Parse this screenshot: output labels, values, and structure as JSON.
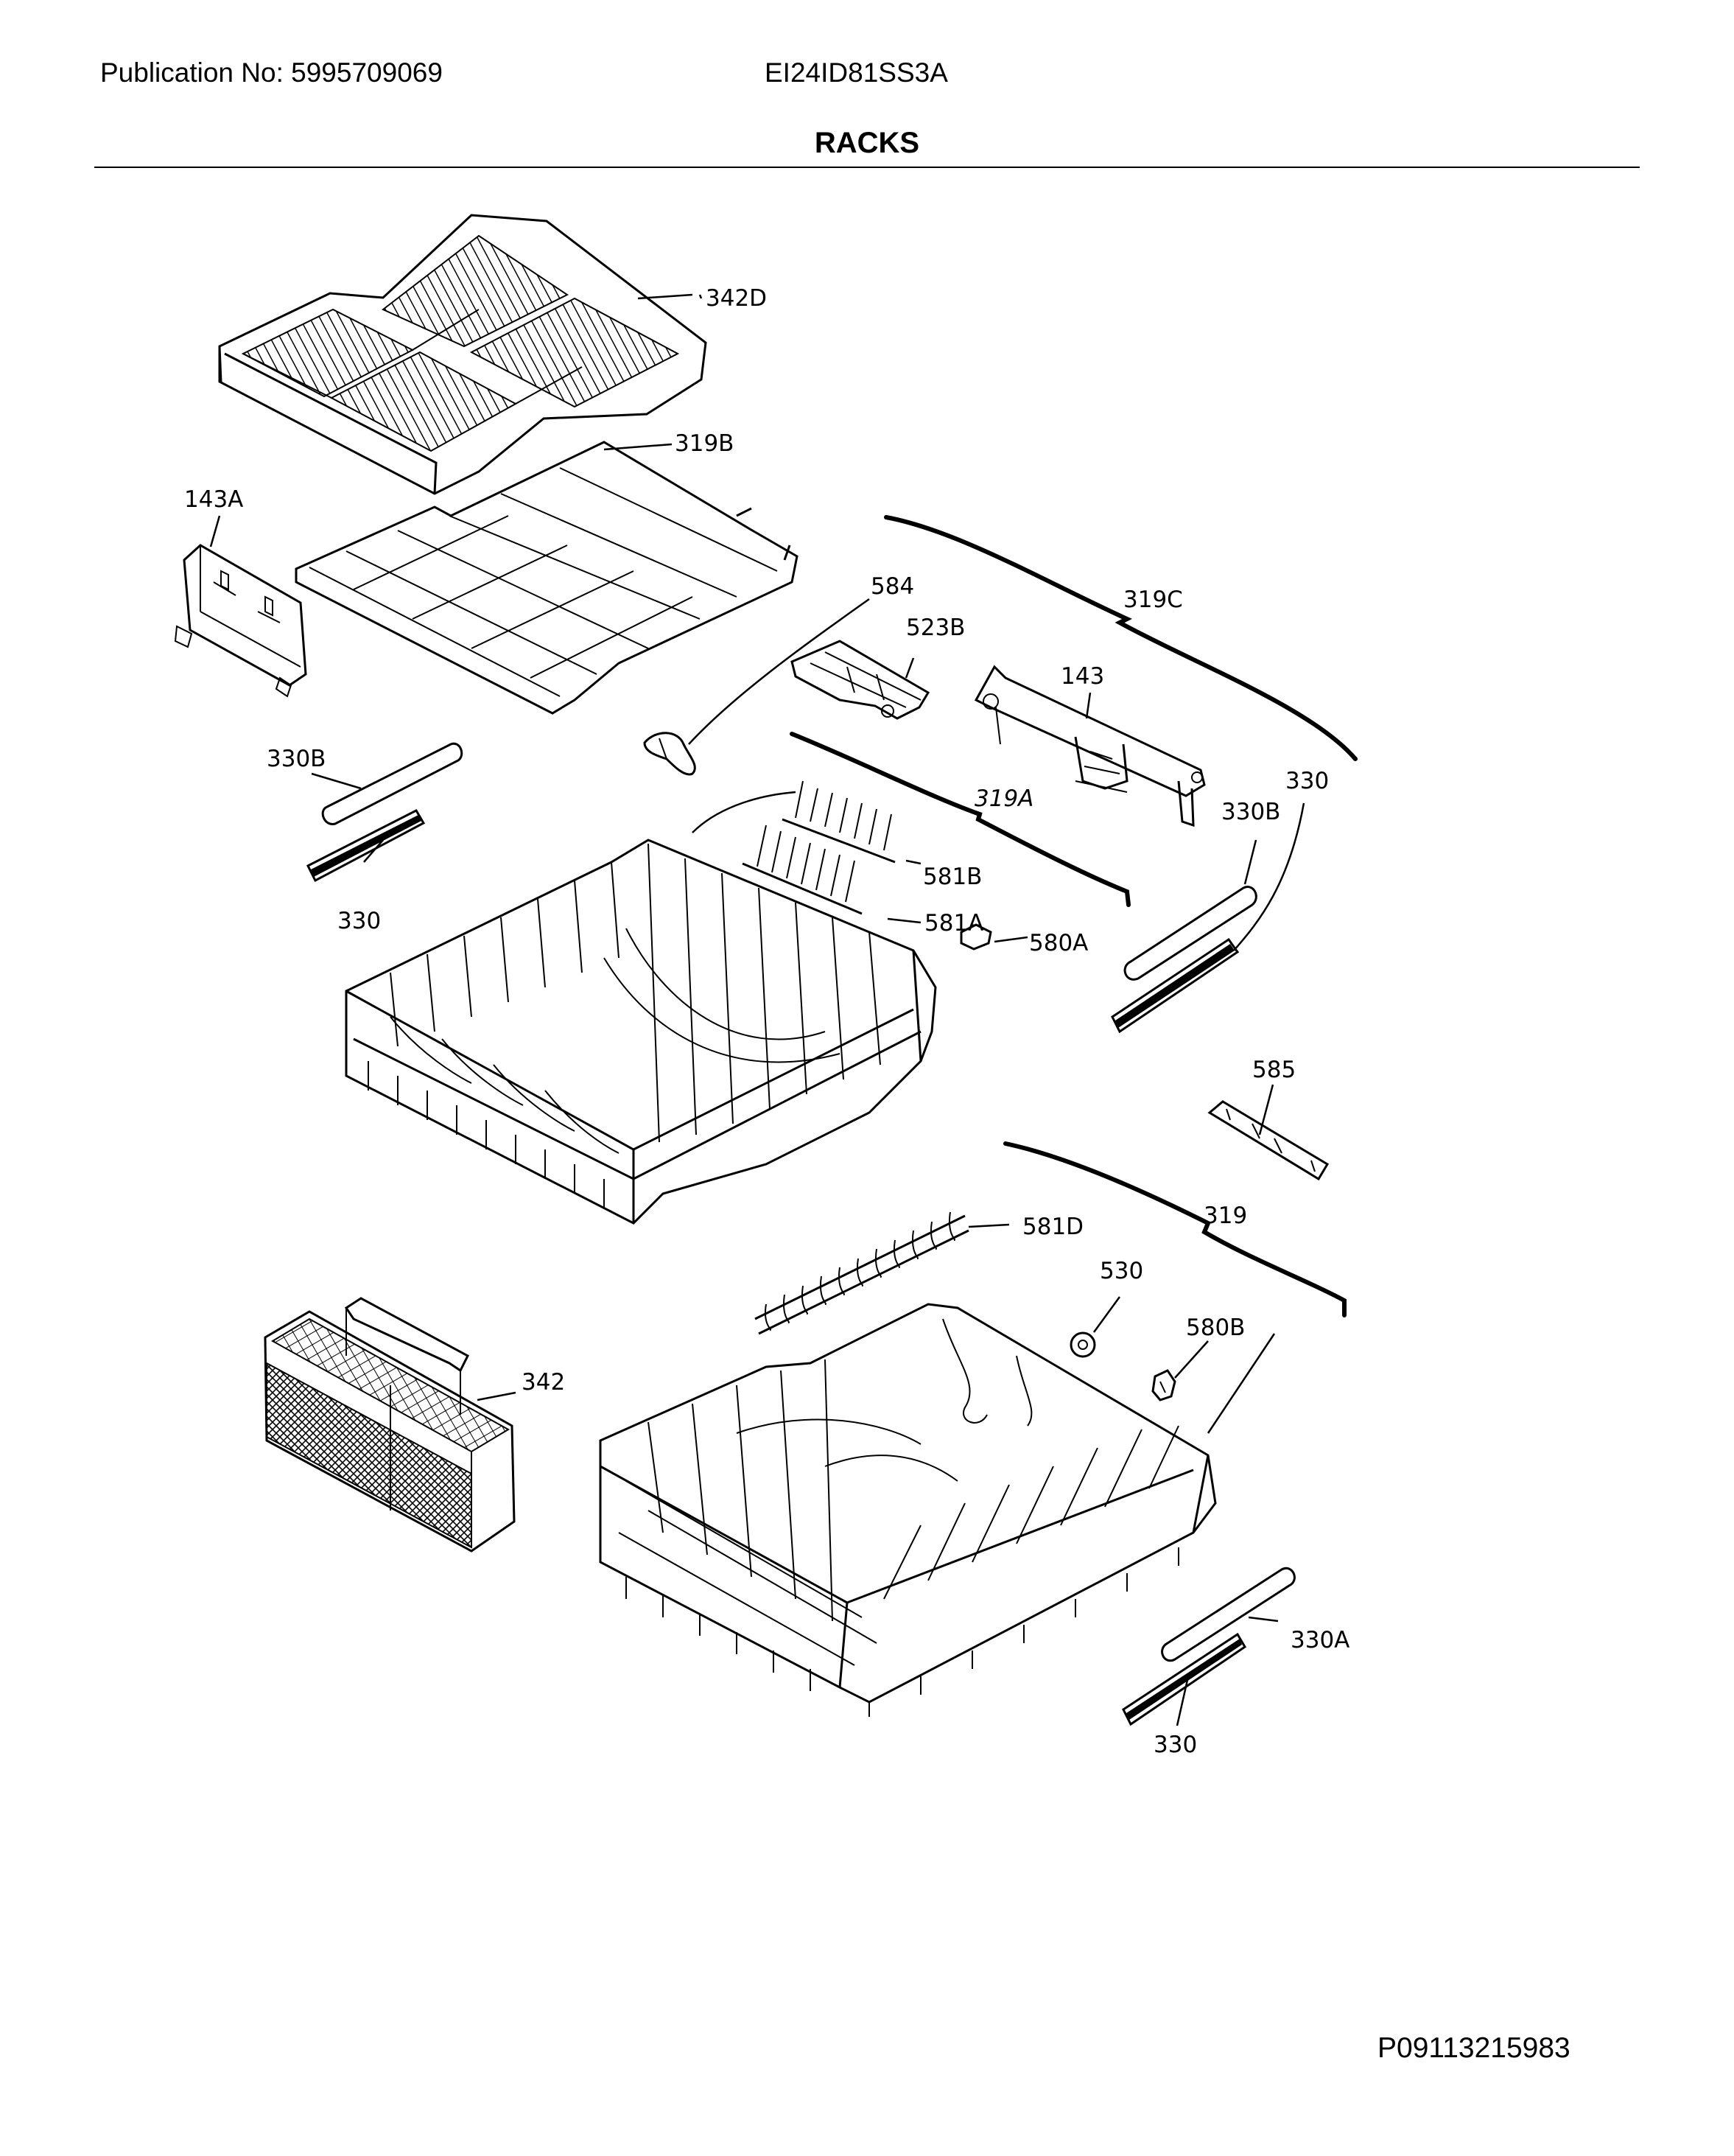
{
  "header": {
    "publication": "Publication No: 5995709069",
    "model": "EI24ID81SS3A",
    "title": "RACKS"
  },
  "footer": {
    "code": "P09113215983"
  },
  "parts": {
    "p342D": "342D",
    "p319B": "319B",
    "p143A": "143A",
    "p319C": "319C",
    "p584": "584",
    "p523B": "523B",
    "p143": "143",
    "p330B_left": "330B",
    "p330_left": "330",
    "p319A": "319A",
    "p330_right": "330",
    "p330B_right": "330B",
    "p581B": "581B",
    "p581A": "581A",
    "p580A": "580A",
    "p585": "585",
    "p319": "319",
    "p581D": "581D",
    "p530": "530",
    "p580B": "580B",
    "p342": "342",
    "p330A": "330A",
    "p330_bottom": "330"
  }
}
